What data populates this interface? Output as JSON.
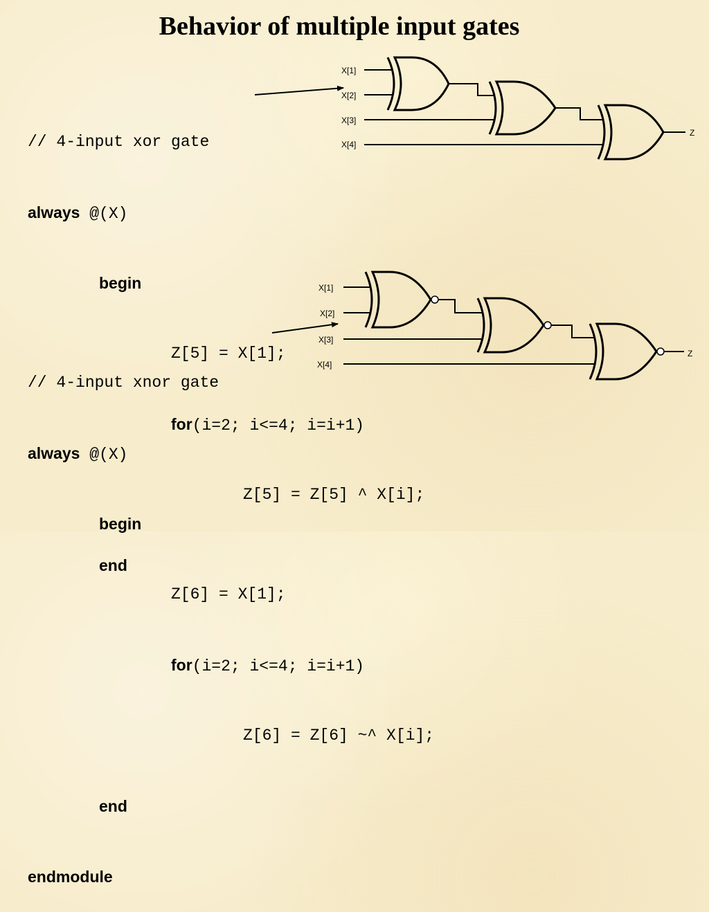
{
  "slide": {
    "title": "Behavior of multiple input gates"
  },
  "code_xor": {
    "comment": "// 4-input xor gate",
    "always_kw": "always",
    "sensitivity": " @(X)",
    "begin_kw": "begin",
    "init_stmt": "Z[5] = X[1];",
    "for_kw": "for",
    "for_header": "(i=2; i<=4; i=i+1)",
    "loop_body": "Z[5] = Z[5] ^ X[i];",
    "end_kw": "end"
  },
  "code_xnor": {
    "comment": "// 4-input xnor gate",
    "always_kw": "always",
    "sensitivity": " @(X)",
    "begin_kw": "begin",
    "init_stmt": "Z[6] = X[1];",
    "for_kw": "for",
    "for_header": "(i=2; i<=4; i=i+1)",
    "loop_body": "Z[6] = Z[6] ~^ X[i];",
    "end_kw": "end",
    "endmodule_kw": "endmodule"
  },
  "xor_circuit": {
    "inputs": [
      "X[1]",
      "X[2]",
      "X[3]",
      "X[4]"
    ],
    "output": "Z"
  },
  "xnor_circuit": {
    "inputs": [
      "X[1]",
      "X[2]",
      "X[3]",
      "X[4]"
    ],
    "output": "Z"
  }
}
